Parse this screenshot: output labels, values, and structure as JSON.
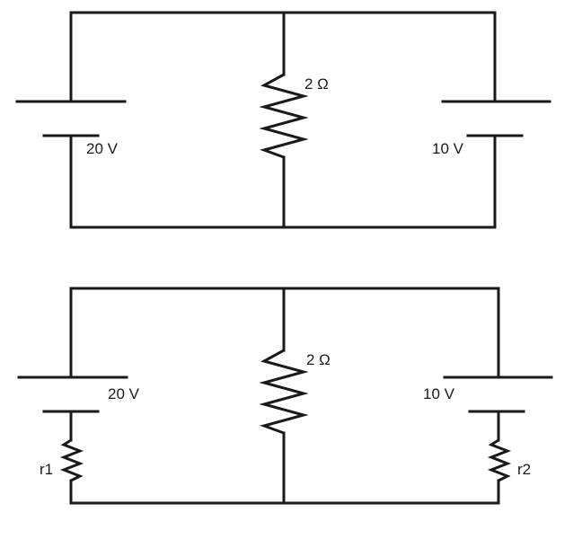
{
  "circuit_top": {
    "battery_left": {
      "label": "20 V"
    },
    "resistor_middle": {
      "label": "2 Ω"
    },
    "battery_right": {
      "label": "10 V"
    }
  },
  "circuit_bottom": {
    "battery_left": {
      "label": "20 V"
    },
    "resistor_middle": {
      "label": "2 Ω"
    },
    "battery_right": {
      "label": "10 V"
    },
    "internal_resistor_left": {
      "label": "r1"
    },
    "internal_resistor_right": {
      "label": "r2"
    }
  }
}
